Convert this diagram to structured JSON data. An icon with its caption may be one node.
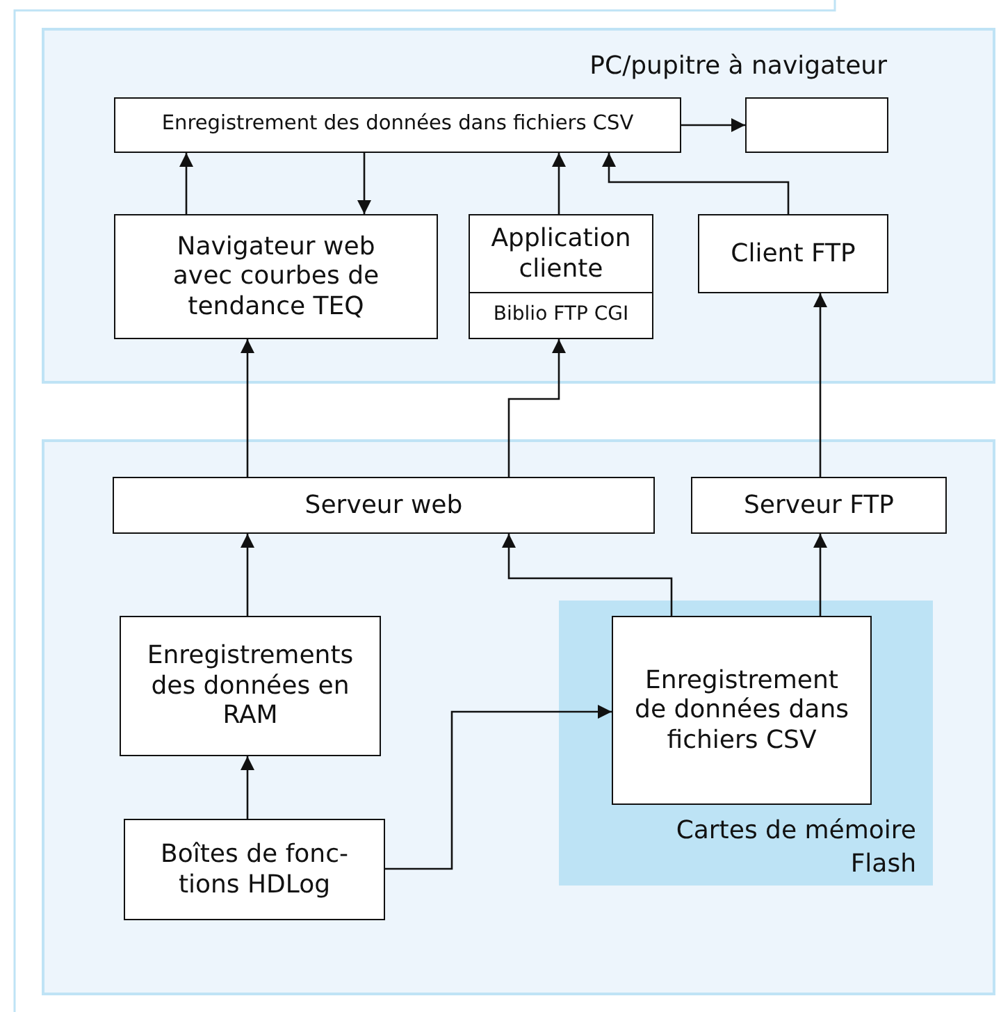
{
  "diagram": {
    "nodes": [
      {
        "text": [
          "PC/pupitre à navigateur"
        ]
      },
      {
        "text": [
          "Enregistrement des données dans fichiers CSV"
        ],
        "in": 0
      },
      {
        "text": [],
        "shape": "box",
        "in": 0
      },
      {
        "text": [
          "Navigateur web avec courbes de tendance TEQ"
        ],
        "in": 0
      },
      {
        "text": [
          "Application cliente",
          "Biblio FTP CGI"
        ],
        "in": 0
      },
      {
        "text": [
          "Client FTP"
        ],
        "in": 0
      },
      {
        "text": [],
        "shape": "box"
      },
      {
        "text": [
          "Serveur web"
        ],
        "in": 6
      },
      {
        "text": [
          "Serveur FTP"
        ],
        "in": 6
      },
      {
        "text": [
          "Cartes de mémoire Flash"
        ],
        "in": 6
      },
      {
        "text": [
          "Enregistrements des données en RAM"
        ],
        "in": 6
      },
      {
        "text": [
          "Enregistrement de données dans fichiers CSV"
        ],
        "in": 9
      },
      {
        "text": [
          "Boîtes de fonc- tions HDLog"
        ],
        "in": 6
      }
    ],
    "edges": [
      {
        "from": 3,
        "to": 1,
        "arrow": "to"
      },
      {
        "from": 1,
        "to": 3,
        "arrow": "to"
      },
      {
        "from": 4,
        "to": 1,
        "arrow": "to"
      },
      {
        "from": 5,
        "to": 1,
        "arrow": "to"
      },
      {
        "from": 1,
        "to": 2,
        "arrow": "to"
      },
      {
        "from": 7,
        "to": 3,
        "arrow": "to"
      },
      {
        "from": 7,
        "to": 4,
        "arrow": "to"
      },
      {
        "from": 8,
        "to": 5,
        "arrow": "to"
      },
      {
        "from": 10,
        "to": 7,
        "arrow": "to"
      },
      {
        "from": 11,
        "to": 7,
        "arrow": "to"
      },
      {
        "from": 11,
        "to": 8,
        "arrow": "to"
      },
      {
        "from": 12,
        "to": 10,
        "arrow": "to"
      },
      {
        "from": 12,
        "to": 11,
        "arrow": "to"
      }
    ]
  }
}
